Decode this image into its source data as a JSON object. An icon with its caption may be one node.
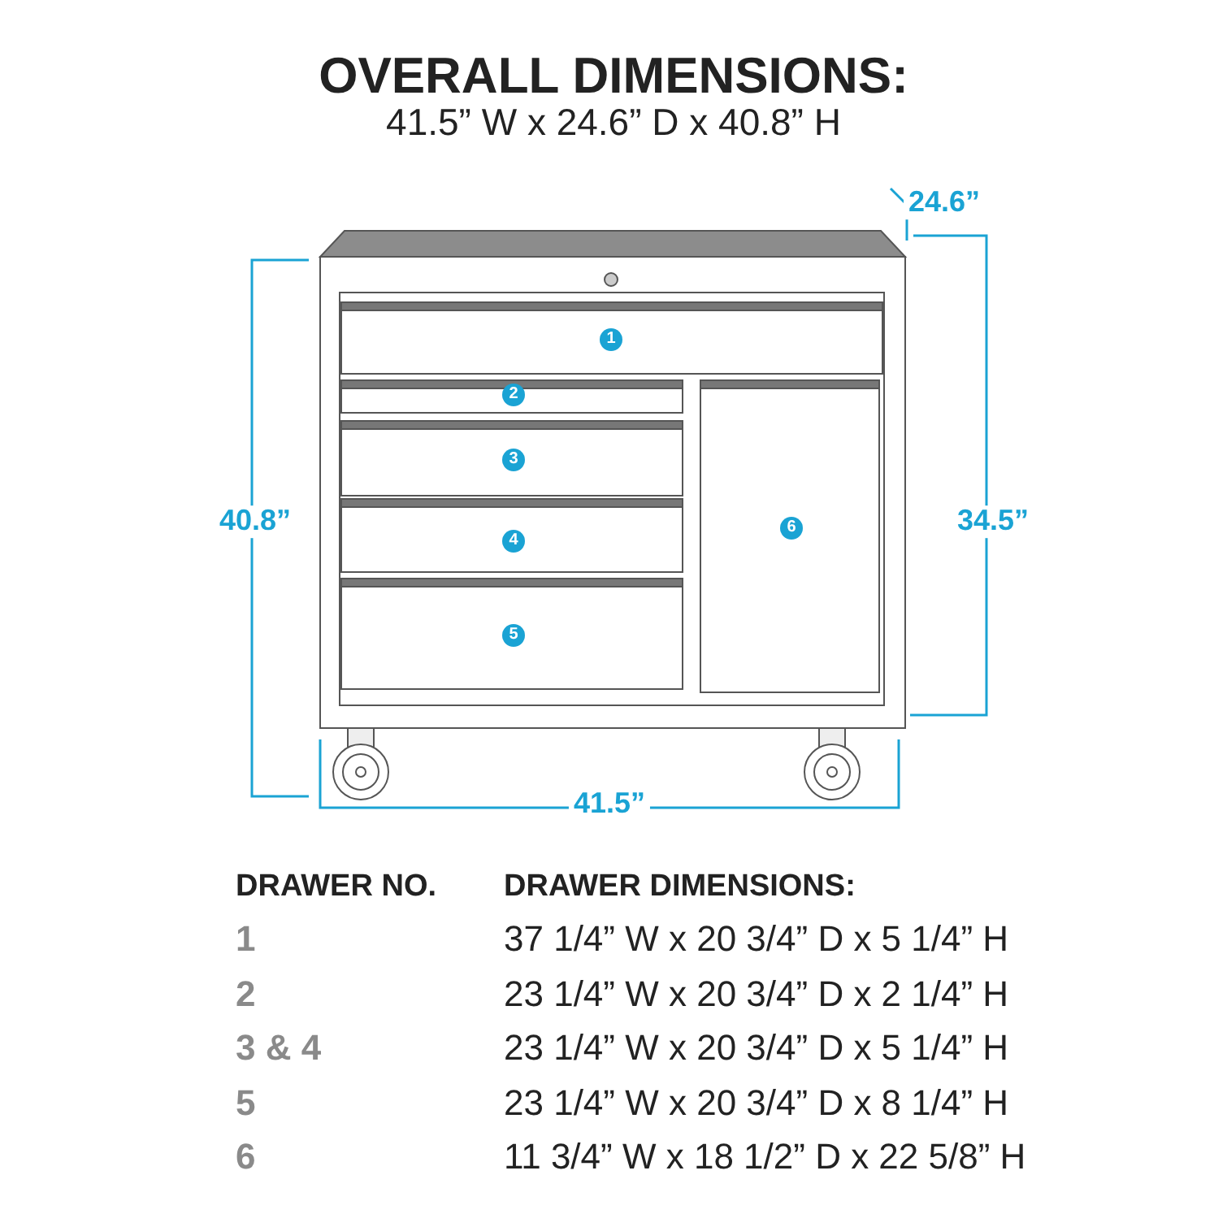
{
  "diagram": {
    "title": "OVERALL DIMENSIONS:",
    "labels": [
      "41.5” W x 24.6” D x 40.8” H",
      "24.6”",
      "1",
      "2",
      "3",
      "40.8”",
      "34.5”",
      "6",
      "4",
      "5",
      "41.5”",
      "DRAWER NO.",
      "DRAWER DIMENSIONS:",
      "1",
      "37 1/4” W x 20 3/4” D x 5 1/4” H",
      "2",
      "23 1/4” W x 20 3/4” D x 2 1/4” H",
      "3 & 4",
      "23 1/4” W x 20 3/4” D x 5 1/4” H",
      "5",
      "23 1/4” W x 20 3/4” D x 8 1/4” H",
      "6",
      "11 3/4” W x 18 1/2” D x 22 5/8” H"
    ]
  }
}
